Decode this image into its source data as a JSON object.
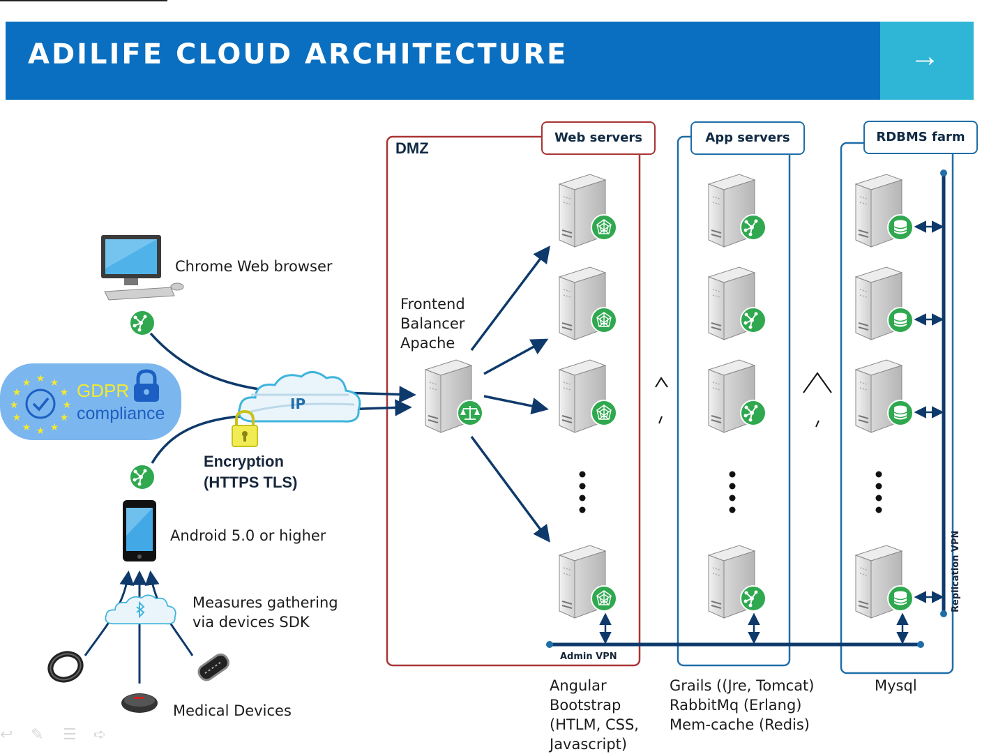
{
  "header": {
    "title": "ADILIFE CLOUD ARCHITECTURE",
    "next_arrow": "→"
  },
  "colors": {
    "banner": "#0a6fc0",
    "accent": "#2fb6d6",
    "dmz_border": "#a83434",
    "zone_border": "#1f6ea8",
    "arrow": "#0e3a6b",
    "badge": "#2fa84f"
  },
  "zones": {
    "dmz": "DMZ",
    "web": "Web servers",
    "app": "App servers",
    "rdbms": "RDBMS farm"
  },
  "clients": {
    "browser": "Chrome Web browser",
    "android": "Android 5.0 or higher",
    "measures": [
      "Measures gathering",
      "via devices SDK"
    ],
    "medical": "Medical Devices"
  },
  "gdpr": {
    "line1": "GDPR",
    "line2": "compliance"
  },
  "network": {
    "cloud": "IP",
    "encryption": [
      "Encryption",
      "(HTTPS TLS)"
    ],
    "admin_vpn": "Admin VPN",
    "replication_vpn": "Replication VPN"
  },
  "balancer": [
    "Frontend",
    "Balancer",
    "Apache"
  ],
  "stacks": {
    "web": [
      "Angular",
      "Bootstrap",
      "(HTLM, CSS,",
      "Javascript)"
    ],
    "app": [
      "Grails ((Jre, Tomcat)",
      "RabbitMq (Erlang)",
      "Mem-cache (Redis)"
    ],
    "db": [
      "Mysql"
    ]
  },
  "icons": {
    "badge_rest": "REST",
    "web_badge": "spider-web-icon",
    "db_badge": "database-icon",
    "balancer_badge": "scale-icon"
  }
}
